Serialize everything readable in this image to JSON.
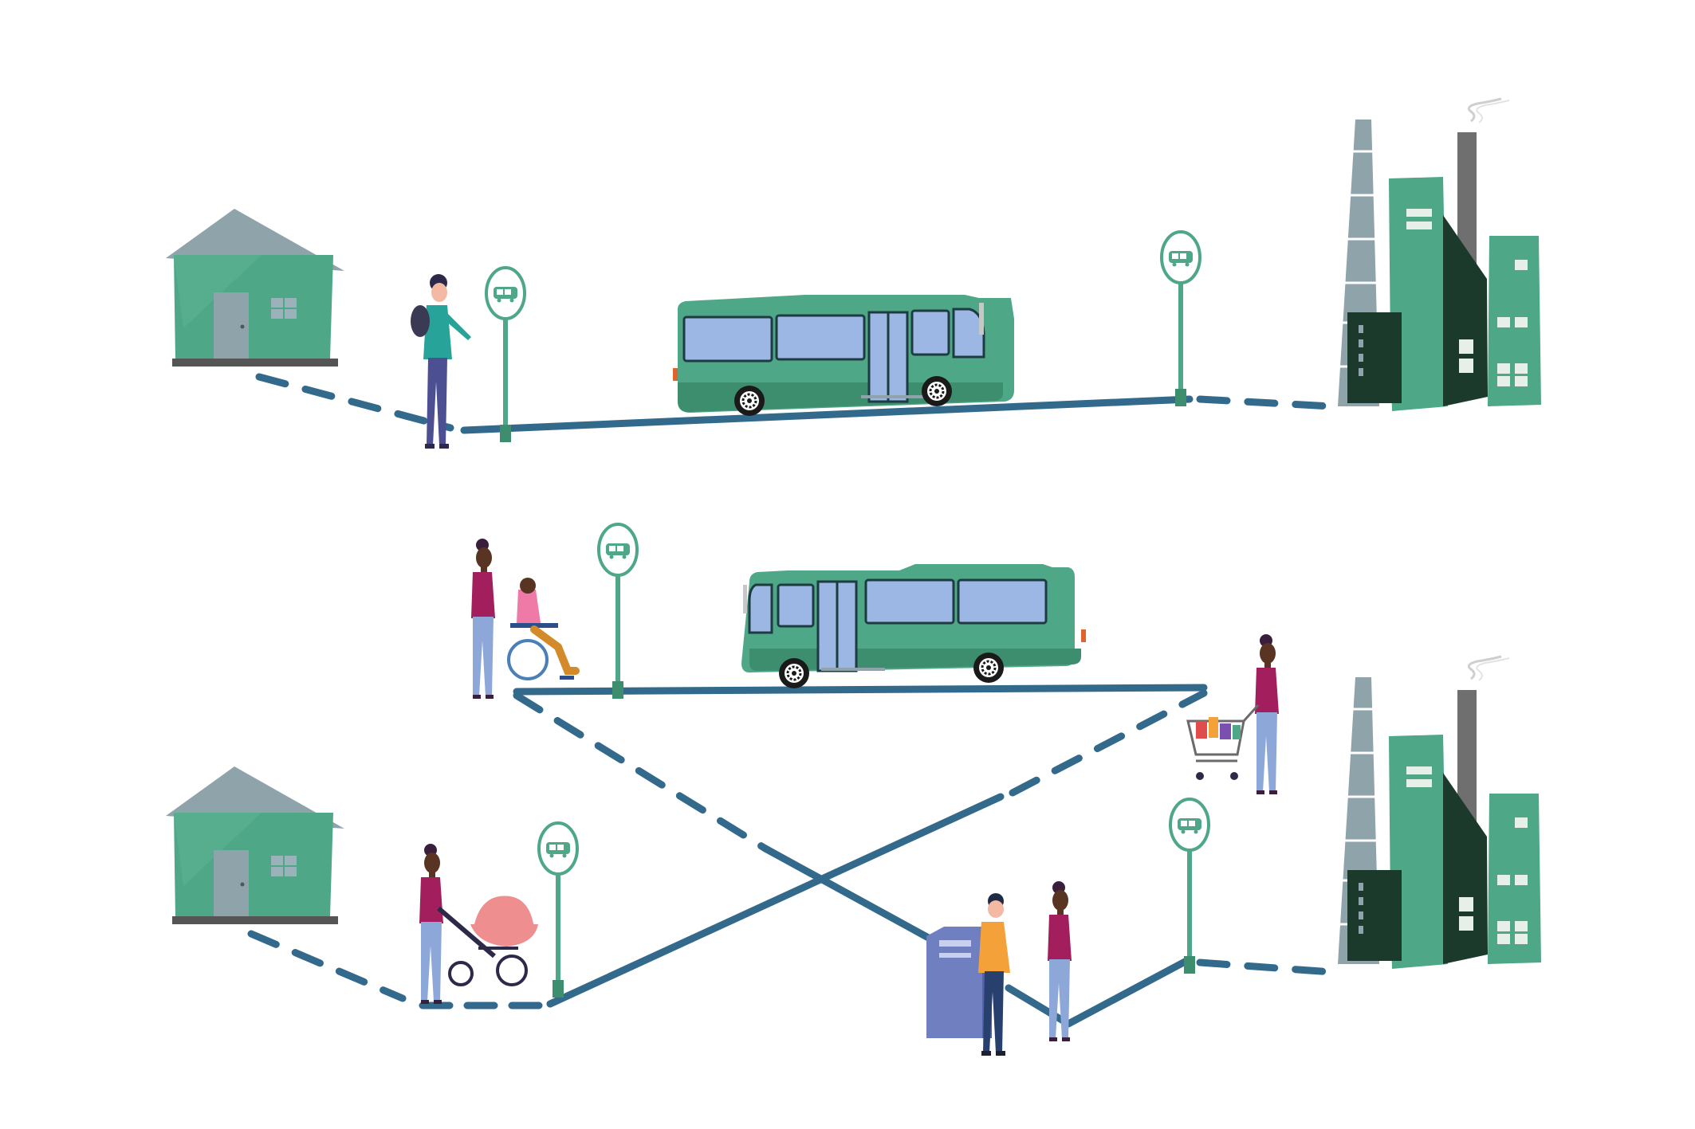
{
  "palette": {
    "route": "#336a8c",
    "house_wall": "#4ea787",
    "house_roof": "#8fa3aa",
    "house_window": "#9bb2bb",
    "house_base": "#555555",
    "bus_body": "#4ea787",
    "bus_window": "#9cb7e3",
    "bus_window_edge": "#1d3b40",
    "stop_pole": "#4ea787",
    "stop_ring": "#4ea787",
    "factory_green": "#4ea787",
    "factory_dark": "#1c3a2c",
    "factory_grey": "#8fa3aa",
    "chimney": "#6f6f6f",
    "skin": "#5a3422",
    "hair": "#3a1f3d",
    "top_magenta": "#a21e5c",
    "jeans": "#8ea7d9",
    "teal_top": "#27a39a",
    "orange_top": "#f5a13a",
    "pram_pink": "#ef8e8e",
    "ticket_machine": "#6f7fc0"
  },
  "scenes": [
    {
      "label": "direct-route",
      "elements": [
        "house",
        "walking-man",
        "bus-stop",
        "bus",
        "bus-stop",
        "factory"
      ]
    },
    {
      "label": "trip-chaining-route",
      "elements": [
        "house",
        "woman-with-pram",
        "bus-stop",
        "woman-with-wheelchair-user",
        "bus-stop",
        "bus",
        "woman-with-shopping-cart",
        "ticket-machine",
        "man",
        "woman-on-phone",
        "bus-stop",
        "factory"
      ]
    }
  ],
  "icons": {
    "bus_stop_sign": "bus-icon",
    "wheel": "wheel-icon"
  }
}
